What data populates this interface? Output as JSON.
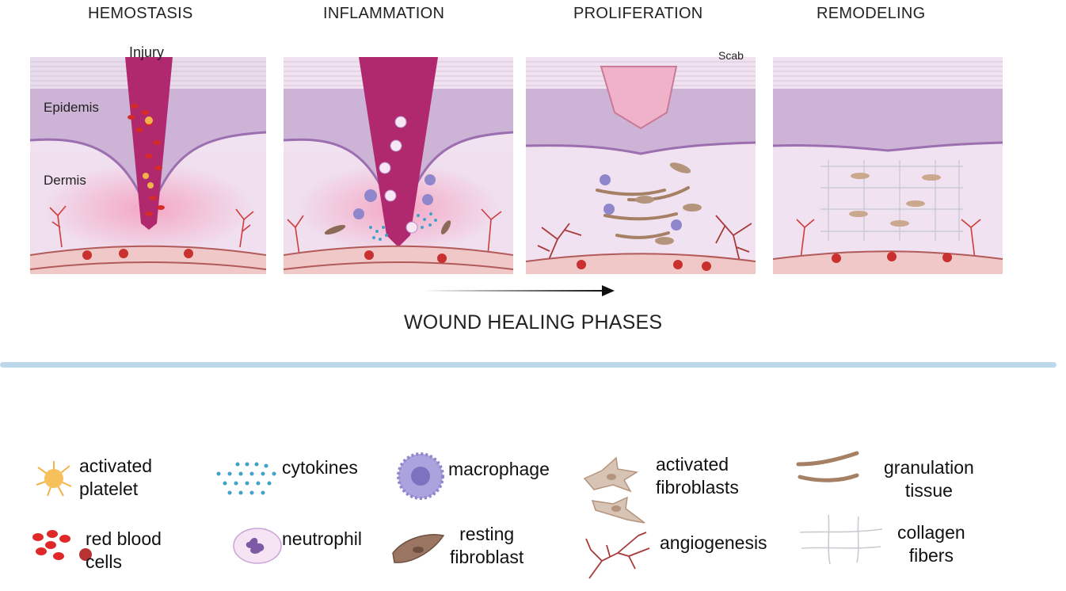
{
  "phases": {
    "hemostasis": "HEMOSTASIS",
    "inflammation": "INFLAMMATION",
    "proliferation": "PROLIFERATION",
    "remodeling": "REMODELING"
  },
  "annotations": {
    "injury": "Injury",
    "epidermis": "Epidemis",
    "dermis": "Dermis",
    "scab": "Scab"
  },
  "caption": "WOUND HEALING PHASES",
  "legend": {
    "activated_platelet": [
      "activated",
      "platelet"
    ],
    "red_blood_cells": [
      "red blood",
      "cells"
    ],
    "cytokines": [
      "cytokines"
    ],
    "neutrophil": [
      "neutrophil"
    ],
    "macrophage": [
      "macrophage"
    ],
    "resting_fibroblast": [
      "resting",
      "fibroblast"
    ],
    "activated_fibroblasts": [
      "activated",
      "fibroblasts"
    ],
    "angiogenesis": [
      "angiogenesis"
    ],
    "granulation_tissue": [
      "granulation",
      "tissue"
    ],
    "collagen_fibers": [
      "collagen",
      "fibers"
    ]
  },
  "colors": {
    "skin_top": "#e9dfee",
    "epidermis": "#cdb3d6",
    "dermis": "#f0e0ef",
    "wound": "#b0296f",
    "rbc": "#d42a2a",
    "blood_vessel": "#cf3c3c",
    "divider": "#bcd8ea",
    "cytokine": "#3fa3c8",
    "macrophage": "#8f86cc",
    "fibroblast": "#a58064",
    "scab": "#f0b2c8"
  }
}
